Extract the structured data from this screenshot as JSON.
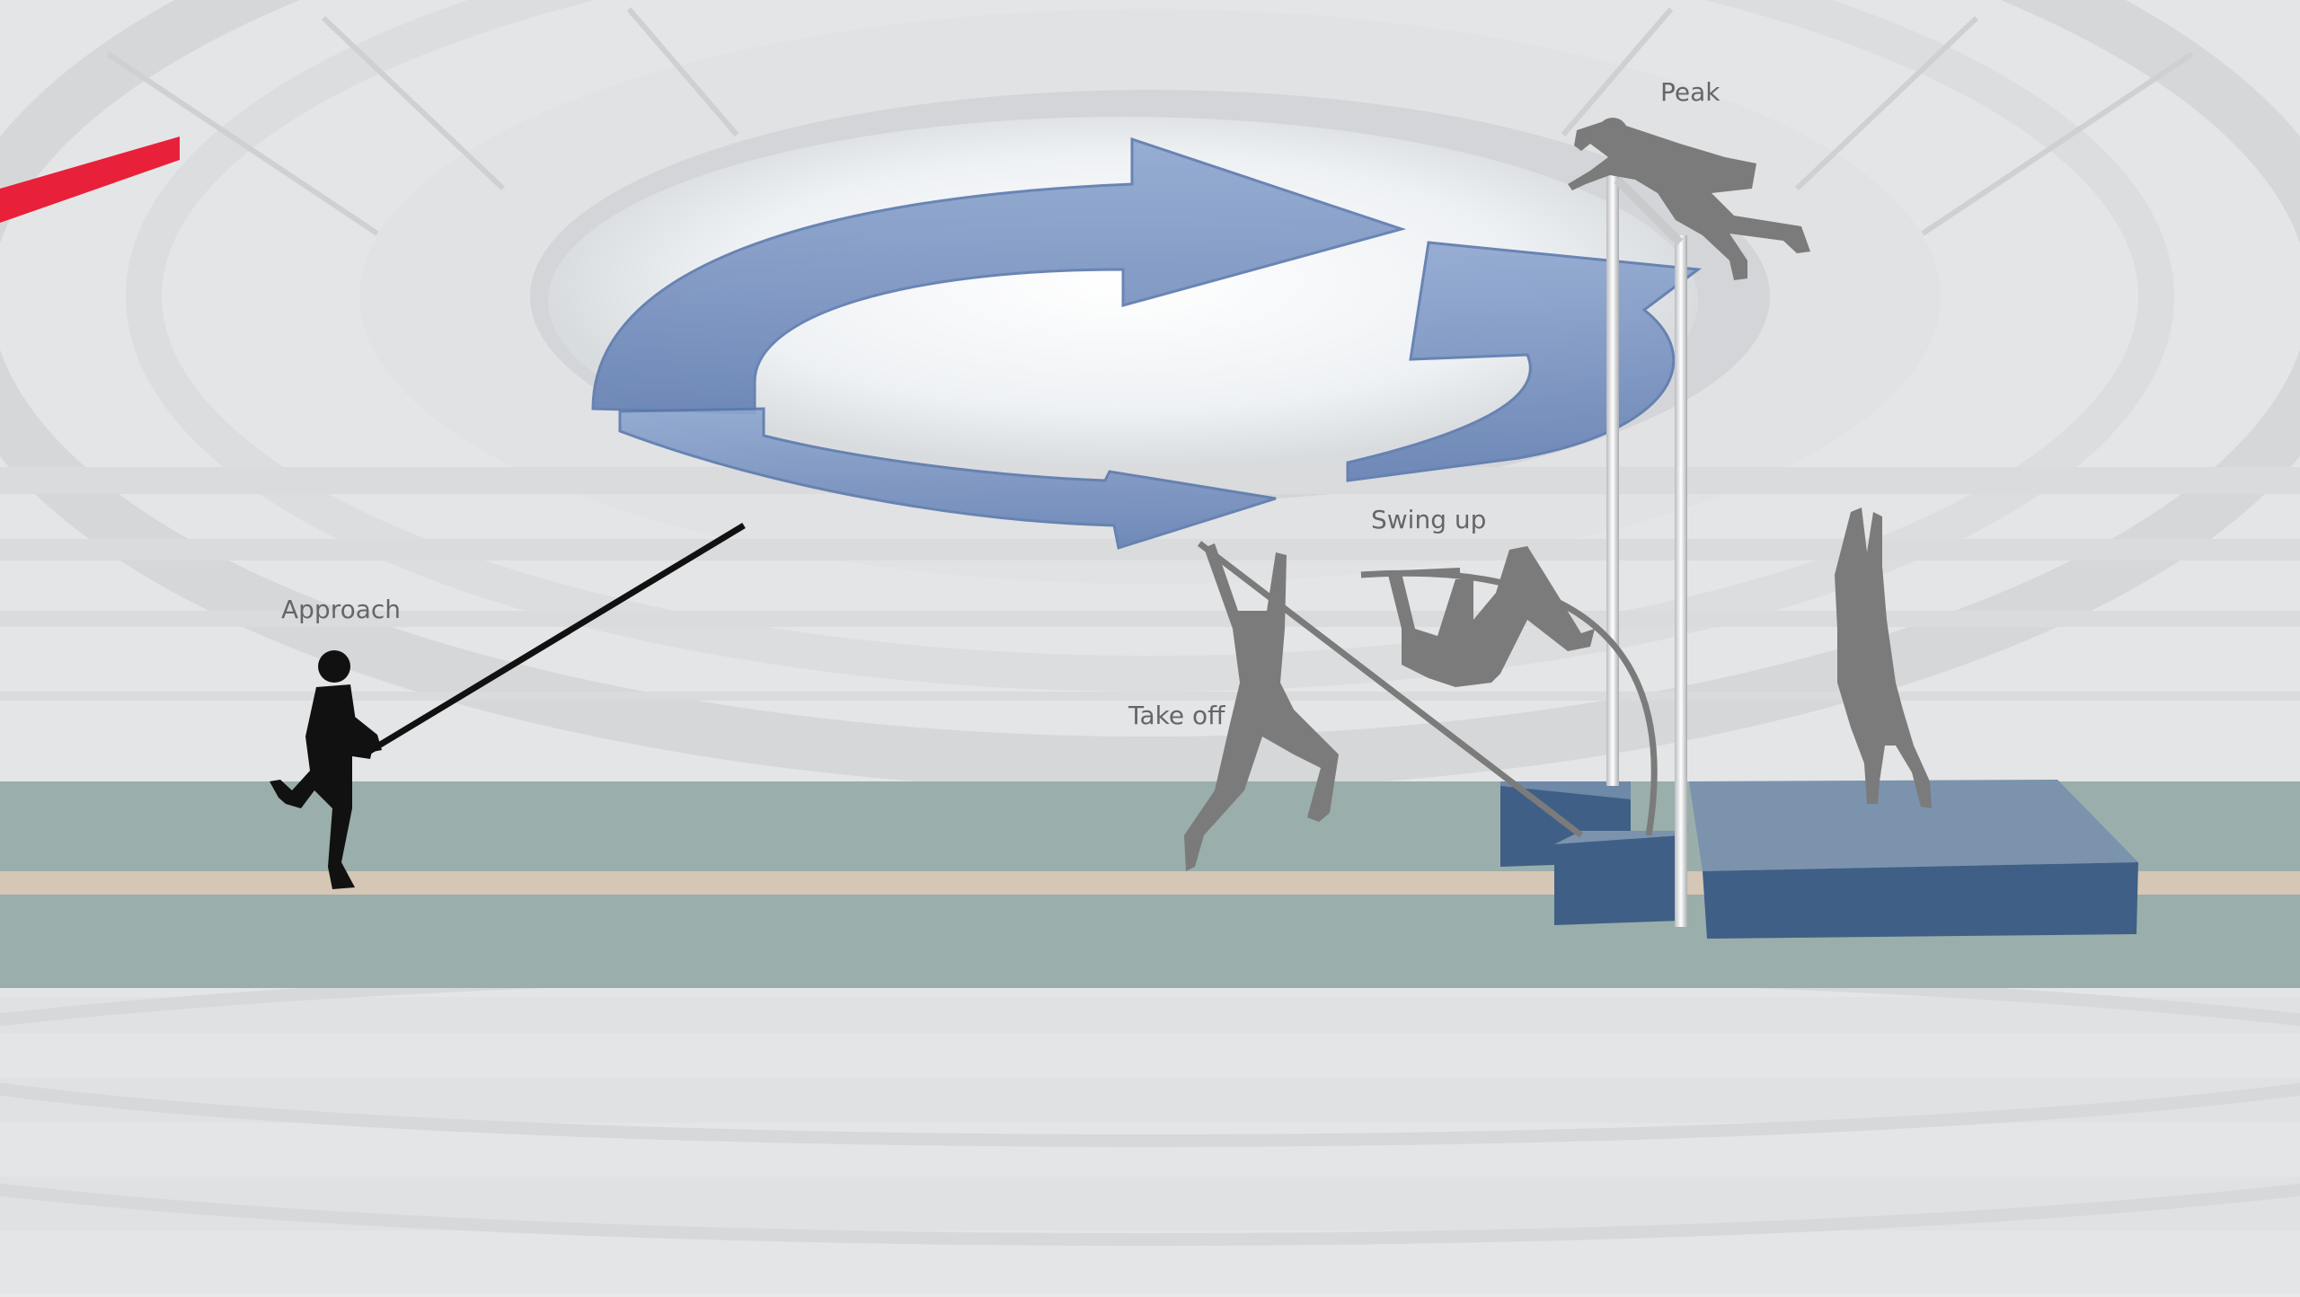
{
  "phases": {
    "approach": "Approach",
    "take_off": "Take off",
    "swing_up": "Swing up",
    "peak": "Peak"
  },
  "colors": {
    "background": "#e9e9ea",
    "track": "#9aaeab",
    "lane_stripe": "#d5c6b6",
    "landing_mat_front": "#3f5f86",
    "landing_mat_top": "#7c93ad",
    "cycle_arrows": "#7390bf",
    "silhouette_active": "#111111",
    "silhouette_faded": "#7b7b7b",
    "accent": "#e8203a",
    "label_text": "#666666"
  }
}
